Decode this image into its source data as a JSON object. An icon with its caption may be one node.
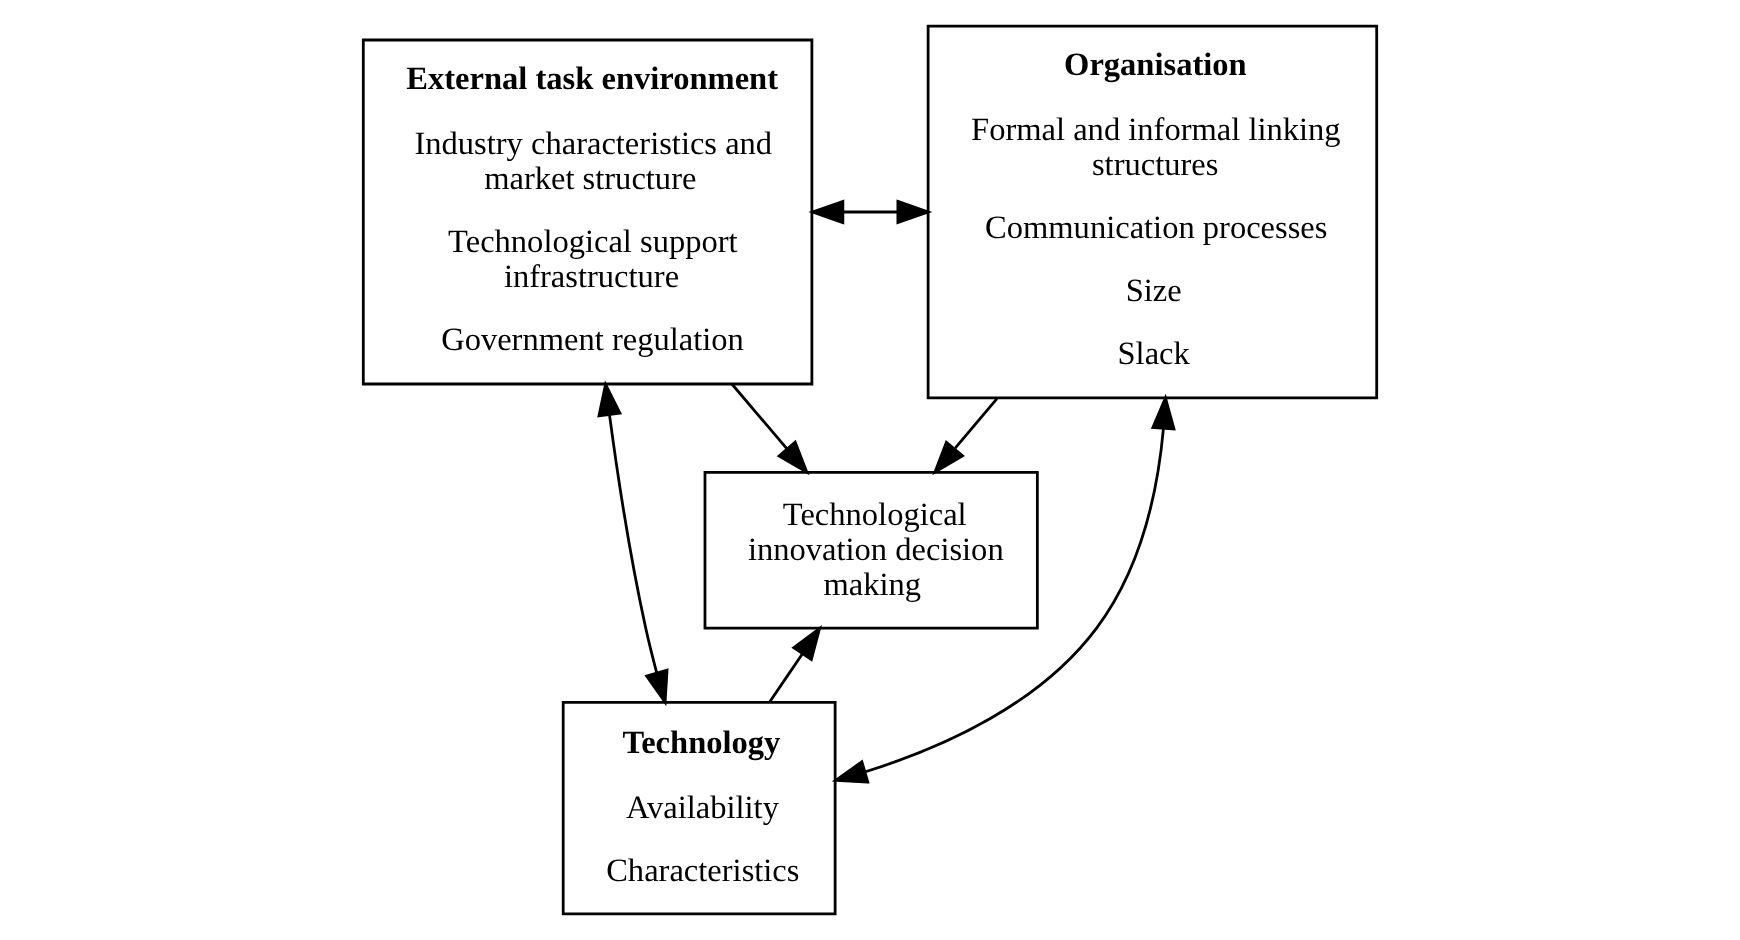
{
  "diagram": {
    "nodes": [
      {
        "text": [
          "External task environment",
          "Industry characteristics and market structure",
          "Technological support infrastructure",
          "Government regulation"
        ]
      },
      {
        "text": [
          "Organisation",
          "Formal and informal linking structures",
          "Communication processes",
          "Size",
          "Slack"
        ]
      },
      {
        "text": [
          "Technological innovation decision making"
        ]
      },
      {
        "text": [
          "Technology",
          "Availability",
          "Characteristics"
        ]
      }
    ],
    "edges": [
      {
        "from": 0,
        "to": 1,
        "arrow": "both"
      },
      {
        "from": 0,
        "to": 2,
        "arrow": "to"
      },
      {
        "from": 1,
        "to": 2,
        "arrow": "to"
      },
      {
        "from": 3,
        "to": 2,
        "arrow": "to"
      },
      {
        "from": 0,
        "to": 3,
        "arrow": "both"
      },
      {
        "from": 1,
        "to": 3,
        "arrow": "both"
      }
    ]
  }
}
